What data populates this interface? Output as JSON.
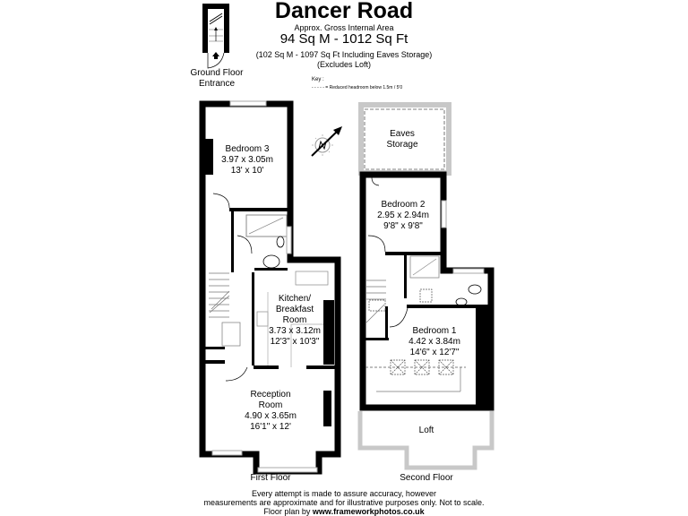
{
  "header": {
    "title": "Dancer Road",
    "subtitle": "Approx. Gross Internal Area",
    "area": "94 Sq M  -  1012 Sq Ft",
    "area_including_eaves": "(102 Sq M - 1097 Sq Ft Including Eaves Storage)",
    "excludes": "(Excludes Loft)",
    "key_label": "Key :",
    "key_item": "- - - - - =  Reduced  headroom below 1.5m / 5'0"
  },
  "ground_floor": {
    "label_line1": "Ground Floor",
    "label_line2": "Entrance"
  },
  "compass": {
    "icon": "north-compass-icon",
    "letter": "N"
  },
  "first_floor": {
    "label": "First Floor",
    "rooms": [
      {
        "name": "Bedroom 3",
        "metric": "3.97 x 3.05m",
        "imperial": "13' x 10'"
      },
      {
        "name_line1": "Kitchen/",
        "name_line2": "Breakfast",
        "name_line3": "Room",
        "metric": "3.73 x 3.12m",
        "imperial": "12'3\" x 10'3\""
      },
      {
        "name_line1": "Reception",
        "name_line2": "Room",
        "metric": "4.90 x 3.65m",
        "imperial": "16'1\" x 12'"
      }
    ]
  },
  "second_floor": {
    "label": "Second Floor",
    "rooms": [
      {
        "name_line1": "Eaves",
        "name_line2": "Storage"
      },
      {
        "name": "Bedroom 2",
        "metric": "2.95 x 2.94m",
        "imperial": "9'8\" x 9'8\""
      },
      {
        "name": "Bedroom 1",
        "metric": "4.42 x 3.84m",
        "imperial": "14'6\" x 12'7\""
      },
      {
        "name": "Loft"
      }
    ]
  },
  "footer": {
    "line1": "Every attempt is made to assure accuracy, however",
    "line2": "measurements are approximate and for illustrative purposes only. Not to scale.",
    "line3_prefix": "Floor plan by ",
    "line3_link": "www.frameworkphotos.co.uk"
  },
  "colors": {
    "wall": "#000000",
    "window": "#c8c8c8",
    "eaves_wall": "#c8c8c8",
    "background": "#ffffff"
  }
}
